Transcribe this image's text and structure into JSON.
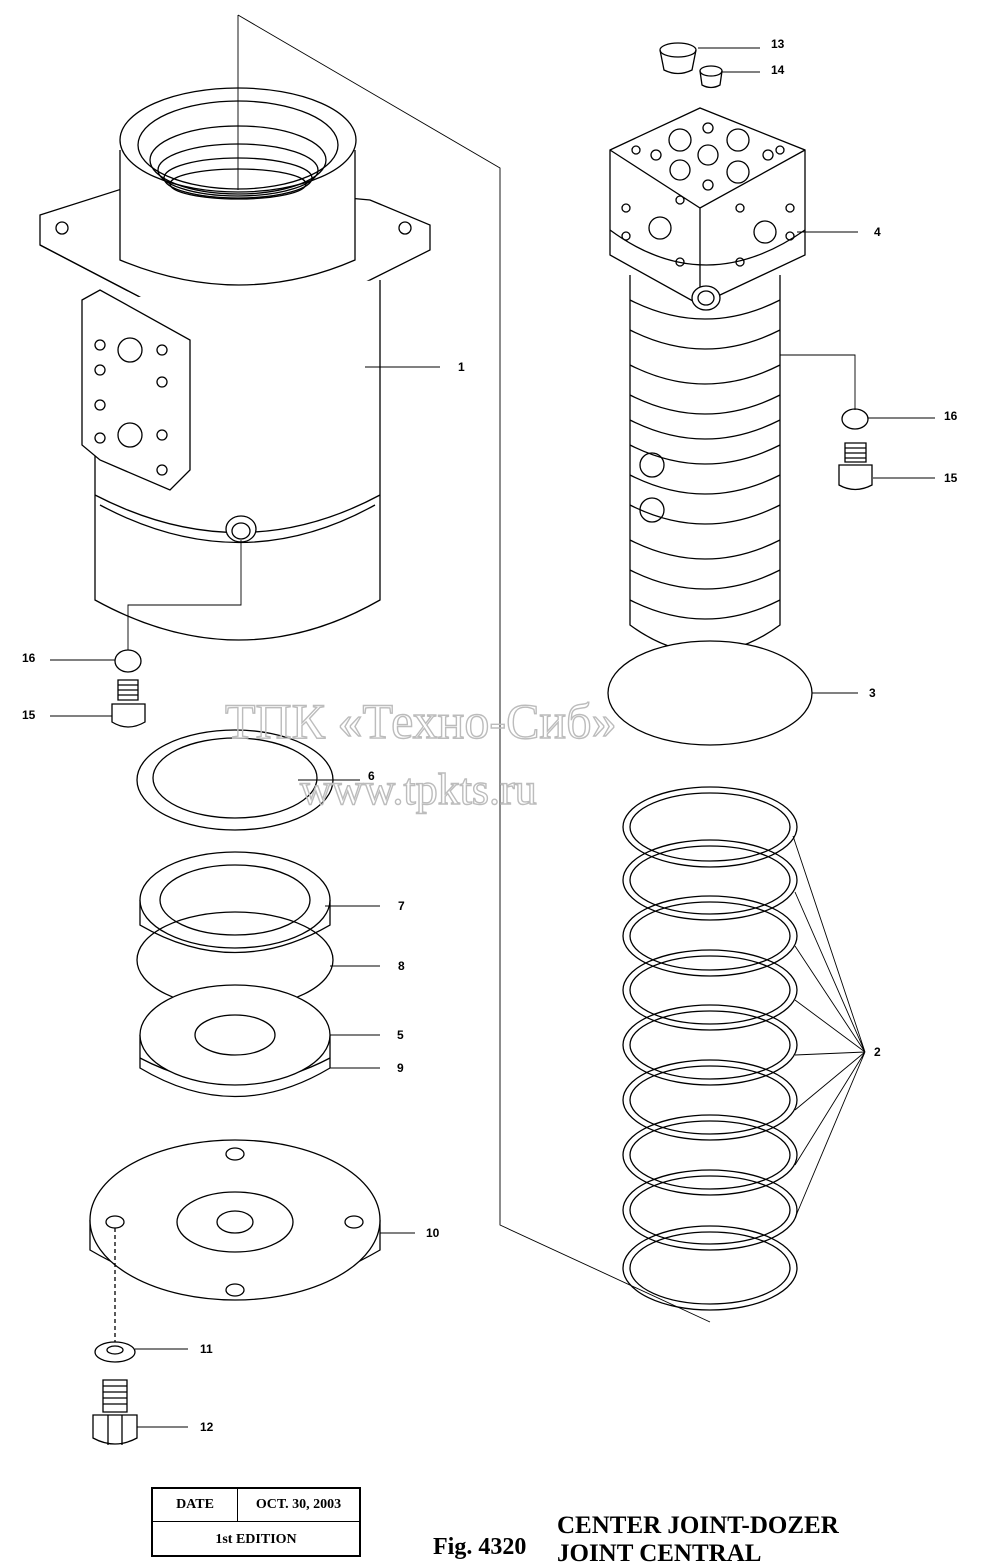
{
  "watermark": {
    "company": "ТПК «Техно-Сиб»",
    "site": "www.tpkts.ru"
  },
  "callouts": [
    "1",
    "2",
    "3",
    "4",
    "5",
    "6",
    "7",
    "8",
    "9",
    "10",
    "11",
    "12",
    "13",
    "14",
    "15",
    "16",
    "16",
    "15"
  ],
  "title_block": {
    "date_label": "DATE",
    "date_value": "OCT. 30, 2003",
    "edition": "1st EDITION"
  },
  "figure": {
    "number": "Fig. 4320",
    "title_line1": "CENTER JOINT-DOZER",
    "title_line2": "JOINT CENTRAL"
  }
}
